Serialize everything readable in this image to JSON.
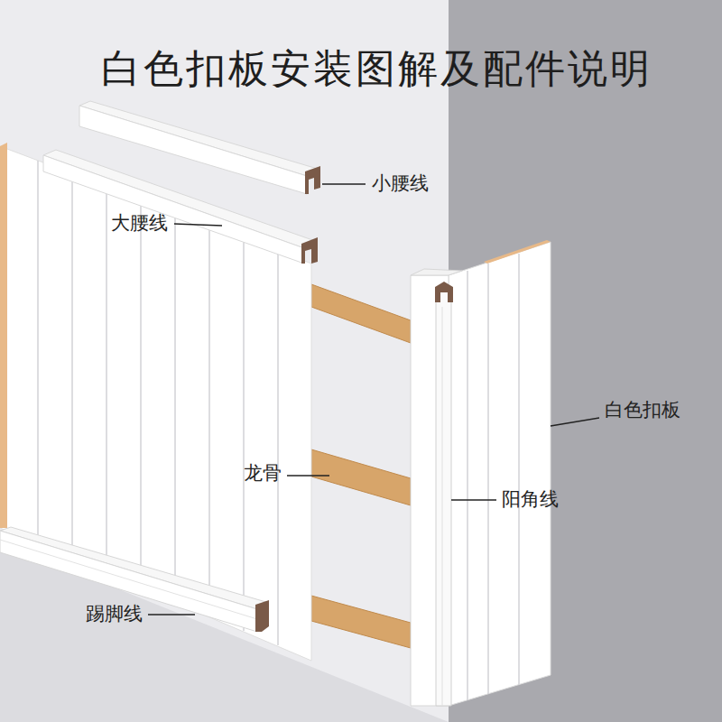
{
  "diagram": {
    "title": "白色扣板安装图解及配件说明",
    "labels": [
      "小腰线",
      "大腰线",
      "白色扣板",
      "龙骨",
      "阳角线",
      "踢脚线"
    ]
  }
}
